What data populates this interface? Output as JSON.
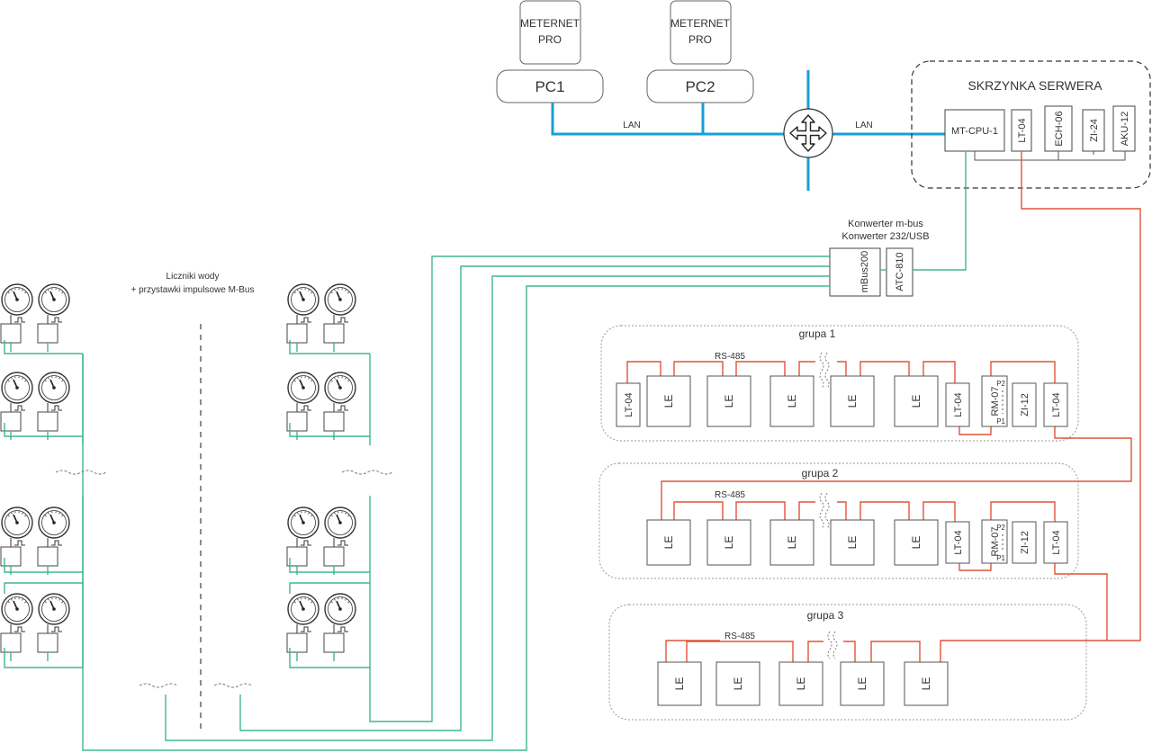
{
  "pcs": [
    {
      "terminal_line1": "METERNET",
      "terminal_line2": "PRO",
      "label": "PC1"
    },
    {
      "terminal_line1": "METERNET",
      "terminal_line2": "PRO",
      "label": "PC2"
    }
  ],
  "network": {
    "lan_left": "LAN",
    "lan_right": "LAN"
  },
  "server_box": {
    "title": "SKRZYNKA SERWERA",
    "cpu": "MT-CPU-1",
    "modules": [
      "LT-04",
      "ECH-06",
      "ZI-24",
      "AKU-12"
    ]
  },
  "converter": {
    "title_line1": "Konwerter m-bus",
    "title_line2": "Konwerter 232/USB",
    "mbus": "mBus200",
    "atc": "ATC-810"
  },
  "meters_label": {
    "line1": "Liczniki wody",
    "line2": "+ przystawki impulsowe M-Bus"
  },
  "groups": [
    {
      "title": "grupa 1",
      "bus": "RS-485",
      "devices": [
        "LT-04",
        "LE",
        "LE",
        "LE",
        "LE",
        "LE",
        "LT-04",
        "RM-07",
        "ZI-12",
        "LT-04"
      ],
      "rm_ports": [
        "P2",
        "P1"
      ]
    },
    {
      "title": "grupa 2",
      "bus": "RS-485",
      "devices": [
        "LE",
        "LE",
        "LE",
        "LE",
        "LE",
        "LT-04",
        "RM-07",
        "ZI-12",
        "LT-04"
      ],
      "rm_ports": [
        "P2",
        "P1"
      ]
    },
    {
      "title": "grupa 3",
      "bus": "RS-485",
      "devices": [
        "LE",
        "LE",
        "LE",
        "LE",
        "LE"
      ]
    }
  ],
  "colors": {
    "lan": "#1a9fd4",
    "mbus": "#3fb88a",
    "rs485": "#e0543a"
  },
  "icons": [
    "network-switch-icon",
    "water-meter-icon",
    "pulse-adapter-icon",
    "break-mark-icon"
  ]
}
